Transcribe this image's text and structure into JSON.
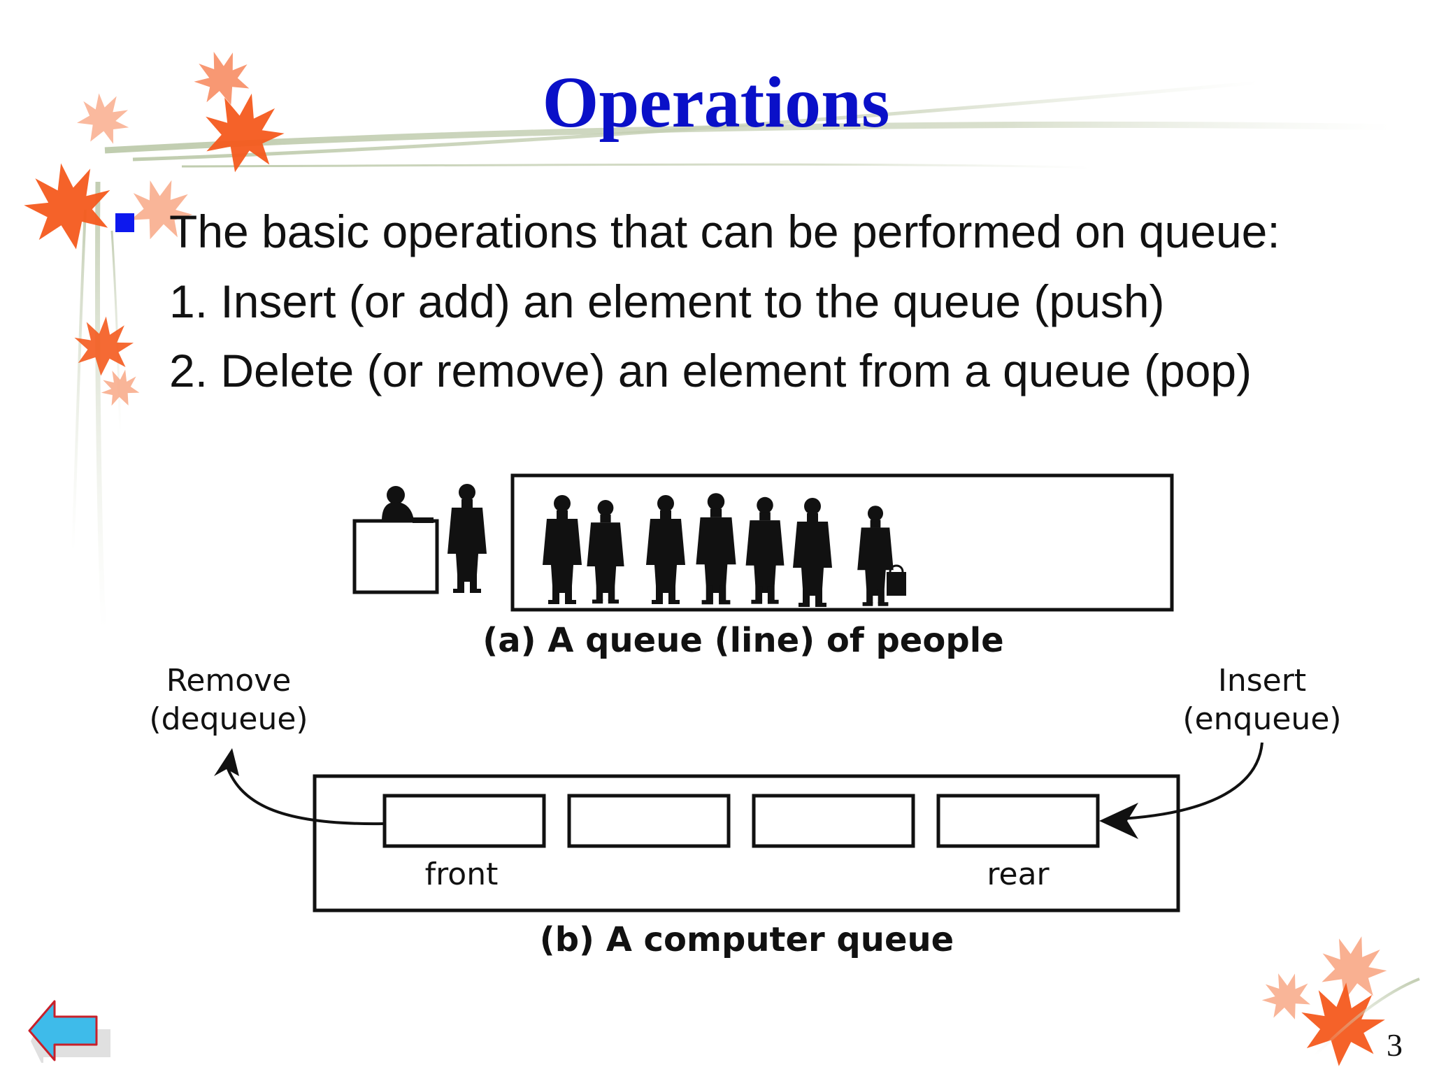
{
  "slide": {
    "title": "Operations",
    "intro": "The basic operations that can be performed on queue:",
    "operations": [
      "1. Insert (or add) an element to the queue (push)",
      "2. Delete (or remove) an element from a queue (pop)"
    ],
    "page_number": "3"
  },
  "figure": {
    "caption_a": "(a) A queue (line) of people",
    "caption_b": "(b) A computer queue",
    "remove_label_1": "Remove",
    "remove_label_2": "(dequeue)",
    "insert_label_1": "Insert",
    "insert_label_2": "(enqueue)",
    "front_label": "front",
    "rear_label": "rear"
  },
  "navigation": {
    "back_icon": "left-arrow-icon"
  },
  "colors": {
    "title": "#0a10c8",
    "bullet": "#0d18ee",
    "leaf_primary": "#f45a1e",
    "leaf_secondary": "#f8a27e",
    "nav_arrow": "#3ebbea"
  }
}
